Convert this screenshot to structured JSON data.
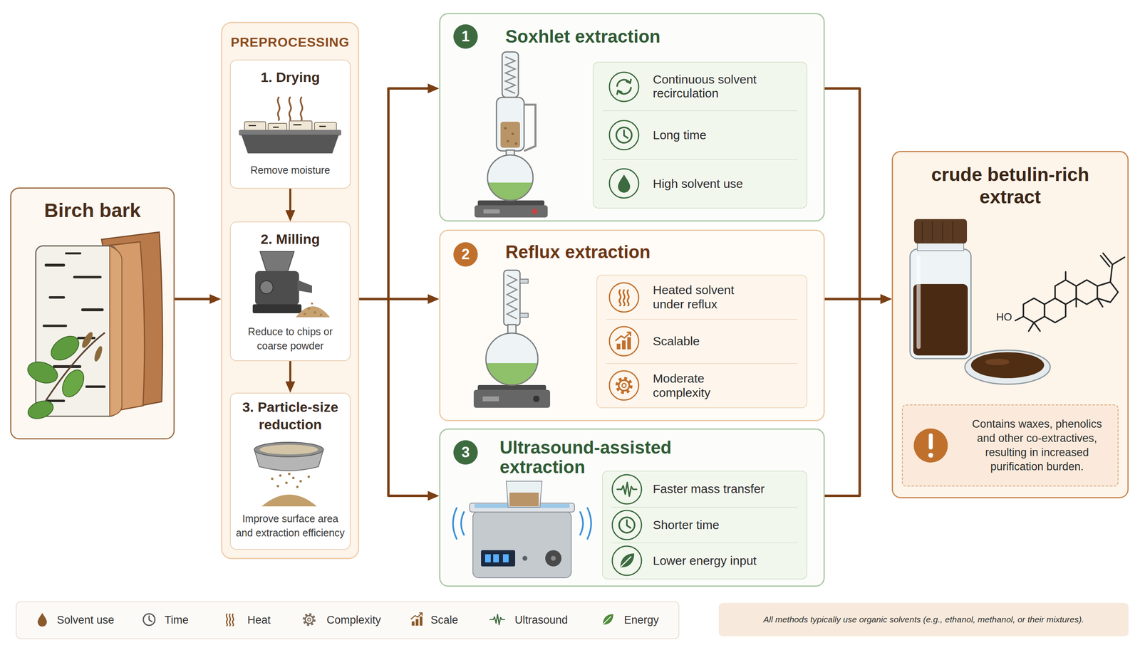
{
  "diagram": {
    "nodes": [
      {
        "text": [
          "Birch bark"
        ]
      },
      {
        "text": [
          "PREPROCESSING"
        ]
      },
      {
        "text": [
          "1. Drying",
          "Remove moisture"
        ],
        "in": 1
      },
      {
        "text": [
          "2. Milling",
          "Reduce to chips or coarse powder"
        ],
        "in": 1
      },
      {
        "text": [
          "3. Particle-size reduction",
          "Improve surface area and extraction efficiency"
        ],
        "in": 1
      },
      {
        "text": [
          "Soxhlet extraction"
        ]
      },
      {
        "text": [
          "1"
        ],
        "in": 5
      },
      {
        "text": [
          "Continuous solvent recirculation",
          "Long time",
          "High solvent use"
        ],
        "in": 5
      },
      {
        "text": [
          "Reflux extraction"
        ]
      },
      {
        "text": [
          "2"
        ],
        "in": 8
      },
      {
        "text": [
          "Heated solvent under reflux",
          "Scalable",
          "Moderate complexity"
        ],
        "in": 8
      },
      {
        "text": [
          "Ultrasound-assisted extraction"
        ]
      },
      {
        "text": [
          "3"
        ],
        "in": 11
      },
      {
        "text": [
          "Faster mass transfer",
          "Shorter time",
          "Lower energy input"
        ],
        "in": 11
      },
      {
        "text": [
          "crude betulin-rich extract"
        ]
      },
      {
        "text": [
          "Contains waxes, phenolics and other co-extractives, resulting in increased purification burden."
        ],
        "in": 14
      },
      {
        "text": [
          "All methods typically use organic solvents (e.g., ethanol, methanol, or their mixtures)."
        ]
      }
    ],
    "edges": [
      {
        "from": 0,
        "to": 1,
        "arrow": "to"
      },
      {
        "from": 2,
        "to": 3,
        "arrow": "to"
      },
      {
        "from": 3,
        "to": 4,
        "arrow": "to"
      },
      {
        "from": 1,
        "to": 5,
        "arrow": "to"
      },
      {
        "from": 1,
        "to": 8,
        "arrow": "to"
      },
      {
        "from": 1,
        "to": 11,
        "arrow": "to"
      },
      {
        "from": 5,
        "to": 14,
        "arrow": "to"
      },
      {
        "from": 8,
        "to": 14,
        "arrow": "to"
      },
      {
        "from": 11,
        "to": 14,
        "arrow": "to"
      }
    ],
    "labels": [
      "HO"
    ],
    "legend": [
      {
        "text": "Solvent use"
      },
      {
        "text": "Time"
      },
      {
        "text": "Heat"
      },
      {
        "text": "Complexity"
      },
      {
        "text": "Scale"
      },
      {
        "text": "Ultrasound"
      },
      {
        "text": "Energy"
      }
    ]
  }
}
